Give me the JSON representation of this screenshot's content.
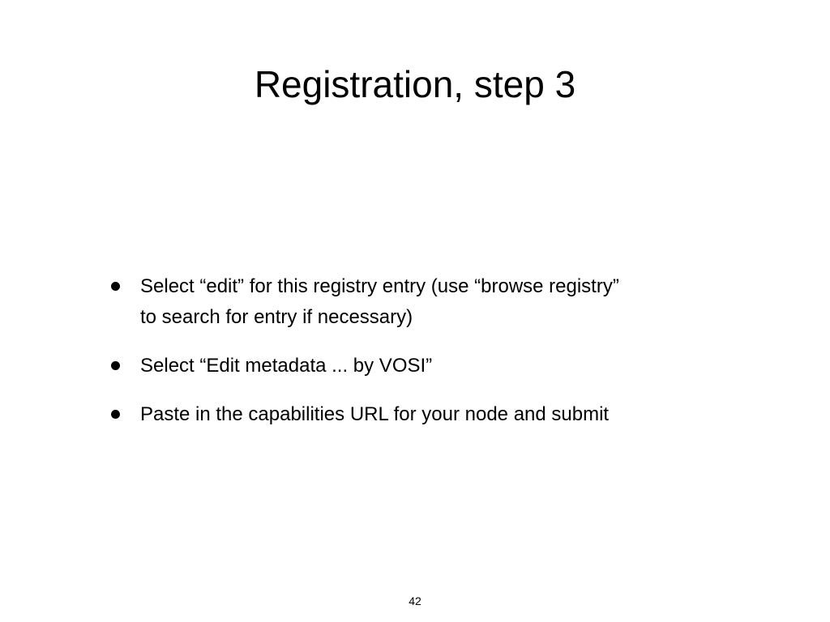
{
  "slide": {
    "title": "Registration, step 3",
    "page_number": "42",
    "background_color": "#ffffff",
    "text_color": "#000000",
    "bullet_marker": "filled-round-bullet",
    "bullets": [
      {
        "line1": "Select “edit” for this registry entry (use “browse registry”",
        "line2": "to search for entry if necessary)"
      },
      {
        "line1": "Select “Edit metadata ... by VOSI”",
        "line2": ""
      },
      {
        "line1": "Paste in the capabilities URL for your node and submit",
        "line2": ""
      }
    ]
  }
}
